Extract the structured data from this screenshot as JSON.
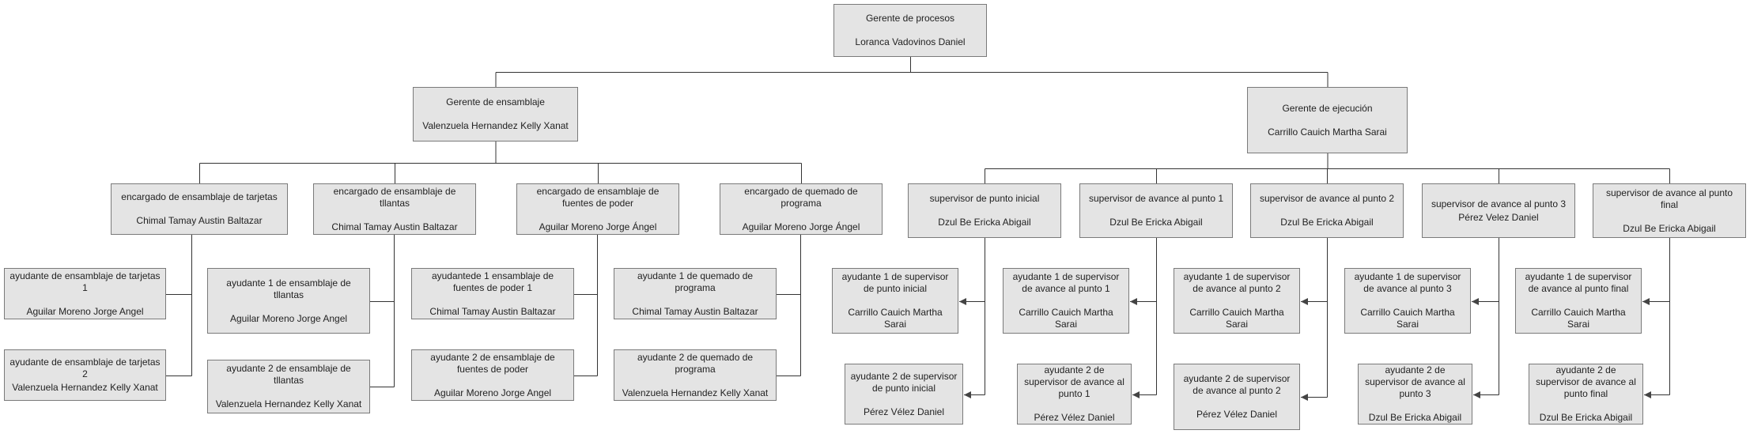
{
  "org_chart": {
    "nodes": [
      {
        "id": "n0",
        "title": "Gerente de procesos",
        "name": "Loranca Vadovinos Daniel",
        "stacked": false
      },
      {
        "id": "n1",
        "title": "Gerente de ensamblaje",
        "name": "Valenzuela Hernandez Kelly Xanat",
        "stacked": false
      },
      {
        "id": "n2",
        "title": "Gerente de ejecución",
        "name": "Carrillo Cauich Martha Sarai",
        "stacked": false
      },
      {
        "id": "n3",
        "title": "encargado de ensamblaje de tarjetas",
        "name": "Chimal Tamay Austin Baltazar",
        "stacked": false
      },
      {
        "id": "n4",
        "title": "encargado de ensamblaje de tllantas",
        "name": "Chimal Tamay Austin Baltazar",
        "stacked": false
      },
      {
        "id": "n5",
        "title": "encargado de ensamblaje de fuentes de poder",
        "name": "Aguilar Moreno Jorge Ángel",
        "stacked": false
      },
      {
        "id": "n6",
        "title": "encargado de quemado de programa",
        "name": "Aguilar Moreno Jorge Ángel",
        "stacked": false
      },
      {
        "id": "n7",
        "title": "supervisor de punto inicial",
        "name": "Dzul Be Ericka Abigail",
        "stacked": false
      },
      {
        "id": "n8",
        "title": "supervisor de avance al punto 1",
        "name": "Dzul Be Ericka Abigail",
        "stacked": false
      },
      {
        "id": "n9",
        "title": "supervisor de avance al punto 2",
        "name": "Dzul Be Ericka Abigail",
        "stacked": false
      },
      {
        "id": "n10",
        "title": "supervisor de avance al punto 3",
        "name": "Pérez Velez Daniel",
        "stacked": true
      },
      {
        "id": "n11",
        "title": "supervisor de avance al punto final",
        "name": "Dzul Be Ericka Abigail",
        "stacked": false
      },
      {
        "id": "n12",
        "title": "ayudante de ensamblaje de tarjetas 1",
        "name": "Aguilar Moreno Jorge Angel",
        "stacked": false
      },
      {
        "id": "n13",
        "title": "ayudante de ensamblaje de tarjetas 2",
        "name": "Valenzuela Hernandez Kelly Xanat",
        "stacked": true
      },
      {
        "id": "n14",
        "title": "ayudante 1 de ensamblaje de tllantas",
        "name": "Aguilar Moreno Jorge Angel",
        "stacked": false
      },
      {
        "id": "n15",
        "title": "ayudante 2 de ensamblaje de tllantas",
        "name": "Valenzuela Hernandez Kelly Xanat",
        "stacked": false
      },
      {
        "id": "n16",
        "title": "ayudantede 1 ensamblaje de fuentes de poder 1",
        "name": "Chimal Tamay Austin Baltazar",
        "stacked": false
      },
      {
        "id": "n17",
        "title": "ayudante 2 de ensamblaje de fuentes de poder",
        "name": "Aguilar Moreno Jorge Angel",
        "stacked": false
      },
      {
        "id": "n18",
        "title": "ayudante 1 de quemado de programa",
        "name": "Chimal Tamay Austin Baltazar",
        "stacked": false
      },
      {
        "id": "n19",
        "title": "ayudante 2 de quemado de programa",
        "name": "Valenzuela Hernandez Kelly Xanat",
        "stacked": false
      },
      {
        "id": "n20",
        "title": "ayudante 1 de supervisor de punto inicial",
        "name": "Carrillo Cauich Martha Sarai",
        "stacked": false
      },
      {
        "id": "n21",
        "title": "ayudante 2 de supervisor de punto inicial",
        "name": "Pérez Vélez Daniel",
        "stacked": false
      },
      {
        "id": "n22",
        "title": "ayudante 1 de supervisor de avance al punto 1",
        "name": "Carrillo Cauich Martha Sarai",
        "stacked": false
      },
      {
        "id": "n23",
        "title": "ayudante 2 de supervisor de avance al punto 1",
        "name": "Pérez Vélez Daniel",
        "stacked": false
      },
      {
        "id": "n24",
        "title": "ayudante 1 de supervisor de avance al punto 2",
        "name": "Carrillo Cauich Martha Sarai",
        "stacked": false
      },
      {
        "id": "n25",
        "title": "ayudante 2 de supervisor de avance al punto 2",
        "name": "Pérez Vélez Daniel",
        "stacked": false
      },
      {
        "id": "n26",
        "title": "ayudante 1 de supervisor de avance al punto 3",
        "name": "Carrillo Cauich Martha Sarai",
        "stacked": false
      },
      {
        "id": "n27",
        "title": "ayudante 2 de supervisor de avance al punto 3",
        "name": "Dzul Be Ericka Abigail",
        "stacked": false
      },
      {
        "id": "n28",
        "title": "ayudante 1 de supervisor de avance al punto final",
        "name": "Carrillo Cauich Martha Sarai",
        "stacked": false
      },
      {
        "id": "n29",
        "title": "ayudante 2 de supervisor de avance al punto final",
        "name": "Dzul Be Ericka Abigail",
        "stacked": false
      }
    ],
    "links": [
      [
        "n0",
        "n1"
      ],
      [
        "n0",
        "n2"
      ],
      [
        "n1",
        "n3"
      ],
      [
        "n1",
        "n4"
      ],
      [
        "n1",
        "n5"
      ],
      [
        "n1",
        "n6"
      ],
      [
        "n2",
        "n7"
      ],
      [
        "n2",
        "n8"
      ],
      [
        "n2",
        "n9"
      ],
      [
        "n2",
        "n10"
      ],
      [
        "n2",
        "n11"
      ],
      [
        "n3",
        "n12"
      ],
      [
        "n3",
        "n13"
      ],
      [
        "n4",
        "n14"
      ],
      [
        "n4",
        "n15"
      ],
      [
        "n5",
        "n16"
      ],
      [
        "n5",
        "n17"
      ],
      [
        "n6",
        "n18"
      ],
      [
        "n6",
        "n19"
      ],
      [
        "n7",
        "n20"
      ],
      [
        "n7",
        "n21"
      ],
      [
        "n8",
        "n22"
      ],
      [
        "n8",
        "n23"
      ],
      [
        "n9",
        "n24"
      ],
      [
        "n9",
        "n25"
      ],
      [
        "n10",
        "n26"
      ],
      [
        "n10",
        "n27"
      ],
      [
        "n11",
        "n28"
      ],
      [
        "n11",
        "n29"
      ]
    ]
  },
  "colors": {
    "node_fill": "#e4e4e4",
    "node_border": "#7a7a7a",
    "line": "#333333",
    "text": "#222222"
  }
}
